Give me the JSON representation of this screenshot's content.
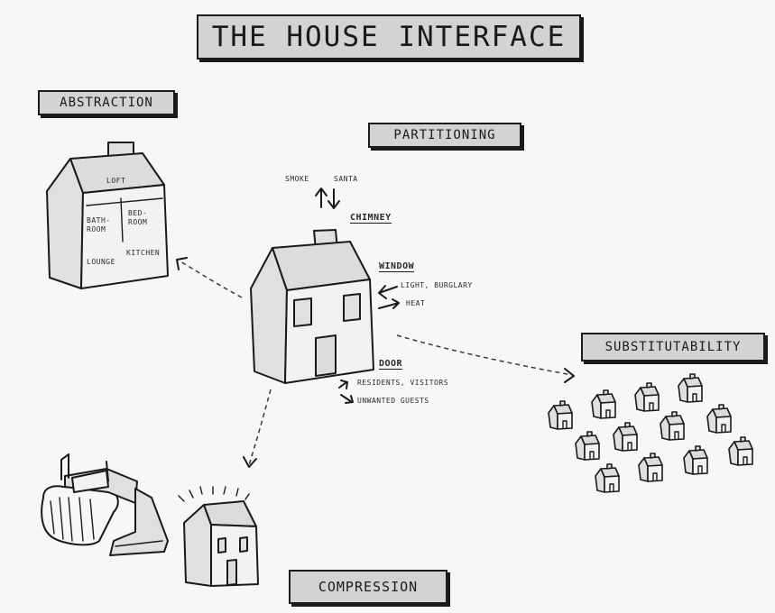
{
  "title": "THE HOUSE INTERFACE",
  "sections": {
    "abstraction": "ABSTRACTION",
    "partitioning": "PARTITIONING",
    "substitutability": "SUBSTITUTABILITY",
    "compression": "COMPRESSION"
  },
  "abstraction_house": {
    "rooms": [
      "LOFT",
      "BATH-ROOM",
      "BED-ROOM",
      "KITCHEN",
      "LOUNGE"
    ]
  },
  "partitioning_house": {
    "chimney": {
      "label": "CHIMNEY",
      "flows": [
        "SMOKE",
        "SANTA"
      ]
    },
    "window": {
      "label": "WINDOW",
      "flows": [
        "LIGHT, BURGLARY",
        "HEAT"
      ]
    },
    "door": {
      "label": "DOOR",
      "flows": [
        "RESIDENTS, VISITORS",
        "UNWANTED GUESTS"
      ]
    }
  }
}
